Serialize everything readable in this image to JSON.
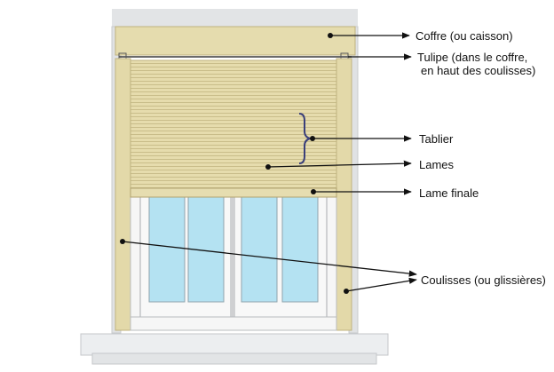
{
  "labels": {
    "coffre": "Coffre (ou caisson)",
    "tulipe_line1": "Tulipe (dans le coffre,",
    "tulipe_line2": "en haut des coulisses)",
    "tablier": "Tablier",
    "lames": "Lames",
    "lame_finale": "Lame finale",
    "coulisses": "Coulisses (ou glissières)"
  },
  "colors": {
    "wall": "#e2e4e6",
    "shutter": "#e3d9a9",
    "shutter_dark": "#bfb27e",
    "glass": "#b4e2f2",
    "frame": "#f6f6f6",
    "brace": "#3a3f7a",
    "leader": "#111111"
  }
}
